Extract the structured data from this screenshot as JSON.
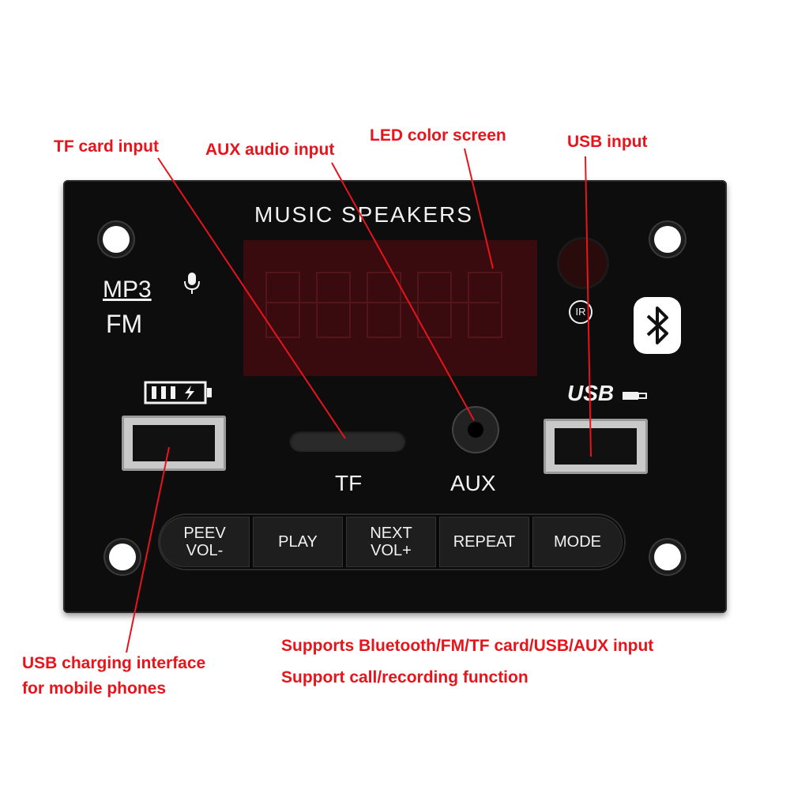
{
  "callouts": {
    "tf_card": "TF card input",
    "aux_audio": "AUX audio input",
    "led_screen": "LED color screen",
    "usb_input": "USB input",
    "usb_charging_line1": "USB charging interface",
    "usb_charging_line2": "for mobile phones"
  },
  "features": {
    "line1": "Supports Bluetooth/FM/TF card/USB/AUX input",
    "line2": "Support call/recording function"
  },
  "board": {
    "title": "MUSIC SPEAKERS",
    "mp3_label": "MP3",
    "fm_label": "FM",
    "ir_label": "IR",
    "usb_logo": "USB",
    "tf_label": "TF",
    "aux_label": "AUX"
  },
  "buttons": [
    {
      "line1": "PEEV",
      "line2": "VOL-"
    },
    {
      "line1": "PLAY",
      "line2": ""
    },
    {
      "line1": "NEXT",
      "line2": "VOL+"
    },
    {
      "line1": "REPEAT",
      "line2": ""
    },
    {
      "line1": "MODE",
      "line2": ""
    }
  ],
  "colors": {
    "callout_text": "#e8141c",
    "board": "#0d0d0d",
    "display": "#3a0b0e"
  }
}
